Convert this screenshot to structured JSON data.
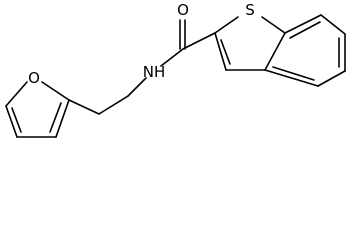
{
  "molecule": {
    "atoms": {
      "oxygen_carbonyl": "O",
      "sulfur": "S",
      "nitrogen_amide": "NH",
      "oxygen_furan": "O"
    }
  }
}
